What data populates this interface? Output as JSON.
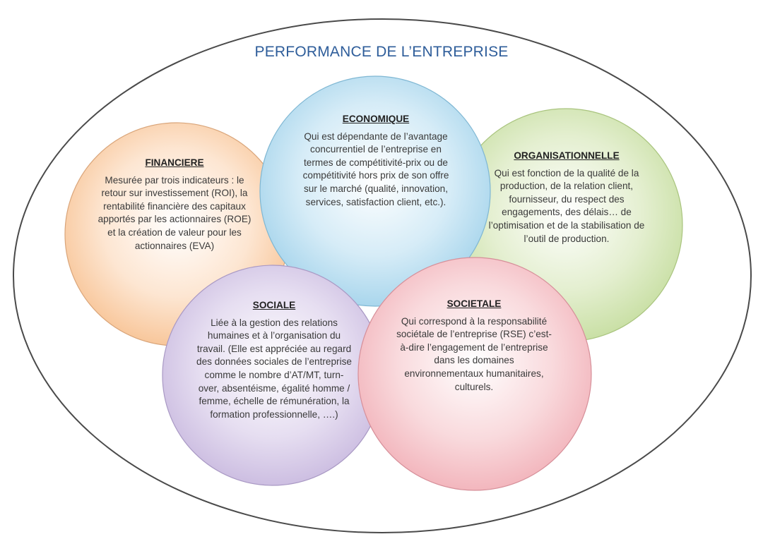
{
  "title": "PERFORMANCE DE L’ENTREPRISE",
  "colors": {
    "title": "#2e5d9a",
    "financiere": "#f7c08f",
    "economique": "#9fd1ea",
    "organisationnelle": "#c3dc9b",
    "sociale": "#c7b7de",
    "societale": "#f1aeb6"
  },
  "circles": {
    "financiere": {
      "heading": "FINANCIERE",
      "text": "Mesurée par trois indicateurs : le retour sur investissement (ROI), la rentabilité financière des capitaux apportés par les actionnaires (ROE) et la création de valeur pour les actionnaires (EVA)"
    },
    "economique": {
      "heading": "ECONOMIQUE",
      "text": "Qui est dépendante de l’avantage concurrentiel de l’entreprise en termes de compétitivité-prix ou de compétitivité hors prix de son offre sur le marché (qualité, innovation, services, satisfaction client, etc.)."
    },
    "organisationnelle": {
      "heading": "ORGANISATIONNELLE",
      "text": "Qui est fonction de la qualité de la production, de la relation client, fournisseur, du respect des engagements, des délais… de l’optimisation et de la stabilisation de l’outil de production."
    },
    "sociale": {
      "heading": "SOCIALE",
      "text": "Liée à la gestion des relations humaines et à l’organisation du travail. (Elle est appréciée au regard des données sociales de l’entreprise comme le nombre d’AT/MT, turn-over, absentéisme, égalité homme / femme, échelle de rémunération, la formation professionnelle, ….)"
    },
    "societale": {
      "heading": "SOCIETALE",
      "text": "Qui correspond à la responsabilité sociétale de l’entreprise (RSE) c’est-à-dire l’engagement de l’entreprise dans les domaines environnementaux humanitaires, culturels."
    }
  }
}
